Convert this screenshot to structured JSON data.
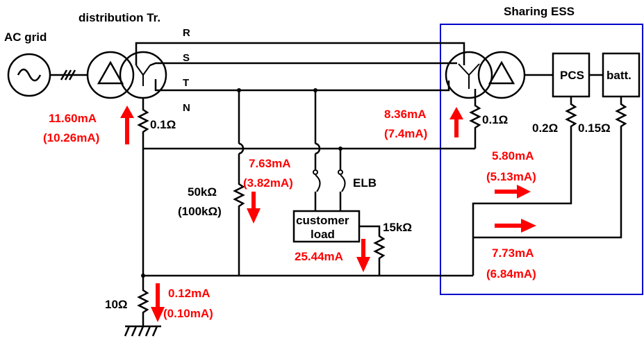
{
  "labels": {
    "ac_grid": "AC grid",
    "distribution_tr": "distribution Tr.",
    "sharing_ess": "Sharing ESS",
    "pcs": "PCS",
    "batt": "batt.",
    "customer_load_line1": "customer",
    "customer_load_line2": "load",
    "elb": "ELB"
  },
  "buses": {
    "r": "R",
    "s": "S",
    "t": "T",
    "n": "N"
  },
  "resistors": {
    "tr_neutral": "0.1Ω",
    "ess_neutral": "0.1Ω",
    "pcs": "0.2Ω",
    "batt": "0.15Ω",
    "leak_main": "50kΩ",
    "leak_main_alt": "(100kΩ)",
    "load_leak": "15kΩ",
    "ground": "10Ω"
  },
  "measurements": {
    "tr_neutral": {
      "value": "11.60mA",
      "alt": "(10.26mA)"
    },
    "ess_neutral": {
      "value": "8.36mA",
      "alt": "(7.4mA)"
    },
    "leak_main": {
      "value": "7.63mA",
      "alt": "(3.82mA)"
    },
    "pcs_branch": {
      "value": "5.80mA",
      "alt": "(5.13mA)"
    },
    "batt_branch": {
      "value": "7.73mA",
      "alt": "(6.84mA)"
    },
    "load_leak": {
      "value": "25.44mA"
    },
    "ground": {
      "value": "0.12mA",
      "alt": "(0.10mA)"
    }
  },
  "colors": {
    "wire": "#000000",
    "current": "#ff0000",
    "ess_box": "#0000cc"
  }
}
